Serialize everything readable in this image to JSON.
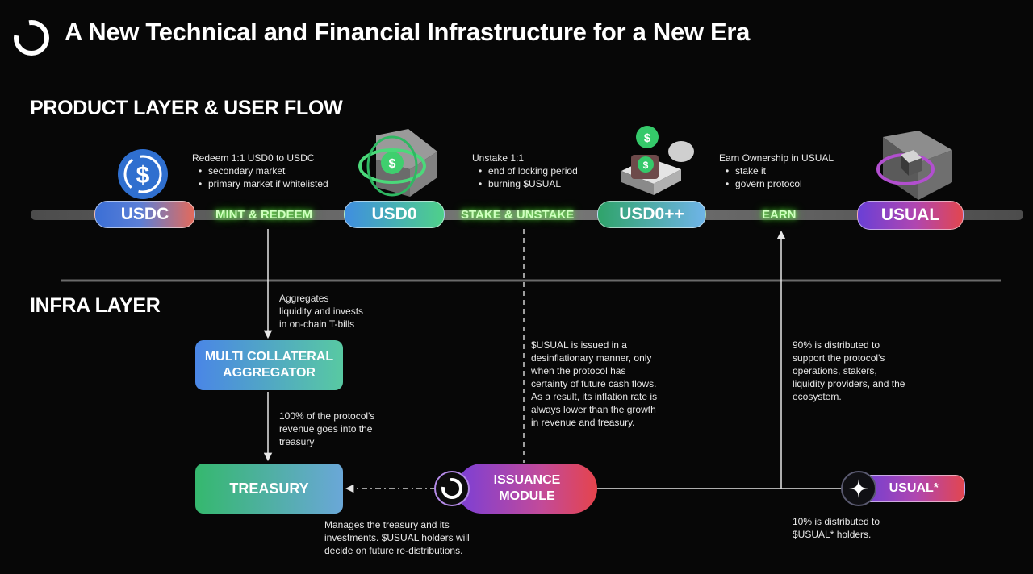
{
  "title": "A New Technical and Financial Infrastructure for a New Era",
  "product_layer": {
    "heading": "PRODUCT LAYER & USER FLOW",
    "tokens": {
      "usdc": "USDC",
      "usd0": "USD0",
      "usd0pp": "USD0++",
      "usual": "USUAL"
    },
    "flows": {
      "mint": "MINT & REDEEM",
      "stake": "STAKE & UNSTAKE",
      "earn": "EARN"
    },
    "notes": {
      "redeem": {
        "title": "Redeem 1:1 USD0 to USDC",
        "items": [
          "secondary market",
          "primary market if whitelisted"
        ]
      },
      "unstake": {
        "title": "Unstake 1:1",
        "items": [
          "end of locking period",
          "burning $USUAL"
        ]
      },
      "earn": {
        "title": "Earn Ownership in USUAL",
        "items": [
          "stake it",
          "govern protocol"
        ]
      }
    }
  },
  "infra_layer": {
    "heading": "INFRA LAYER",
    "aggregator": {
      "line1": "MULTI COLLATERAL",
      "line2": "AGGREGATOR"
    },
    "treasury": "TREASURY",
    "issuance": {
      "line1": "ISSUANCE",
      "line2": "MODULE"
    },
    "usual_star": "USUAL*",
    "notes": {
      "aggregates": [
        "Aggregates",
        "liquidity and invests",
        "in on-chain T-bills"
      ],
      "revenue": [
        "100% of the protocol's",
        "revenue goes into the",
        "treasury"
      ],
      "issuance": [
        "$USUAL is issued in a",
        "desinflationary manner, only",
        "when the protocol has",
        "certainty of future cash flows.",
        "As a result, its inflation rate is",
        "always lower than the growth",
        "in revenue and treasury."
      ],
      "distributed90": [
        "90% is distributed to",
        "support the protocol's",
        "operations, stakers,",
        "liquidity providers, and the",
        "ecosystem."
      ],
      "treasury_mgmt": [
        "Manages the treasury and its",
        "investments. $USUAL holders will",
        "decide on future re-distributions."
      ],
      "distributed10": [
        "10% is distributed to",
        "$USUAL* holders."
      ]
    }
  },
  "colors": {
    "background": "#070707",
    "rail": "#6e6e6e",
    "glow_green": "#6cff4a",
    "usdc_grad": [
      "#3b6fd6",
      "#e46a5a"
    ],
    "usd0_grad": [
      "#3f8ee0",
      "#4fd08a"
    ],
    "usd0pp_grad": [
      "#2fa36a",
      "#6fb4e8"
    ],
    "usual_grad": [
      "#6a3fd6",
      "#e2464f"
    ]
  },
  "icons": [
    "usual-logo-icon",
    "usdc-coin-icon",
    "usd0-coin-icon",
    "usd0pp-stack-icon",
    "usual-cube-icon",
    "usual-circle-icon",
    "sparkle-icon"
  ]
}
